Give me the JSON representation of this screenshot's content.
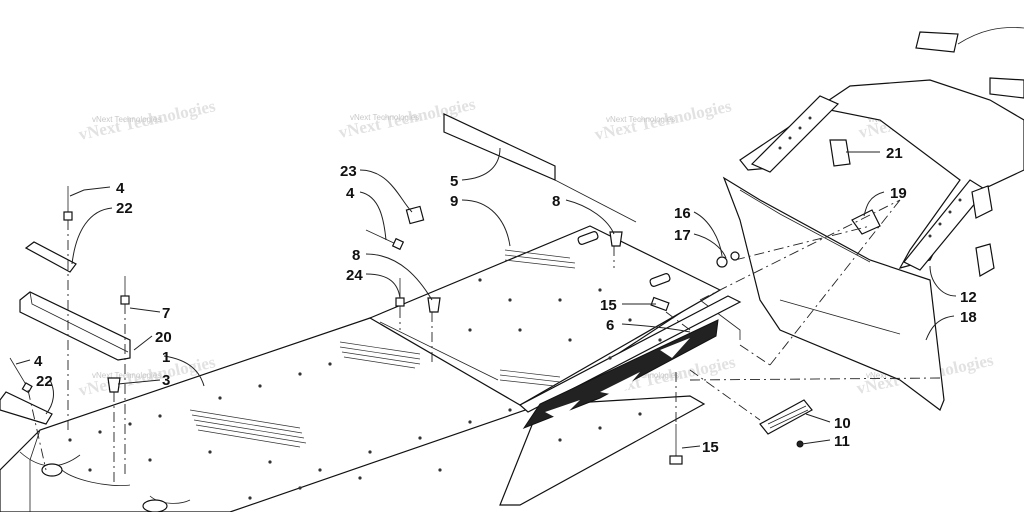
{
  "watermark": {
    "text": "vNext Technologies"
  },
  "callouts": [
    {
      "id": "c4a",
      "label": "4"
    },
    {
      "id": "c22a",
      "label": "22"
    },
    {
      "id": "c7",
      "label": "7"
    },
    {
      "id": "c20",
      "label": "20"
    },
    {
      "id": "c1",
      "label": "1"
    },
    {
      "id": "c3",
      "label": "3"
    },
    {
      "id": "c4b",
      "label": "4"
    },
    {
      "id": "c22b",
      "label": "22"
    },
    {
      "id": "c23",
      "label": "23"
    },
    {
      "id": "c4c",
      "label": "4"
    },
    {
      "id": "c8a",
      "label": "8"
    },
    {
      "id": "c24",
      "label": "24"
    },
    {
      "id": "c5",
      "label": "5"
    },
    {
      "id": "c9",
      "label": "9"
    },
    {
      "id": "c8b",
      "label": "8"
    },
    {
      "id": "c15a",
      "label": "15"
    },
    {
      "id": "c6",
      "label": "6"
    },
    {
      "id": "c16",
      "label": "16"
    },
    {
      "id": "c17",
      "label": "17"
    },
    {
      "id": "c21",
      "label": "21"
    },
    {
      "id": "c19",
      "label": "19"
    },
    {
      "id": "c12",
      "label": "12"
    },
    {
      "id": "c18",
      "label": "18"
    },
    {
      "id": "c10",
      "label": "10"
    },
    {
      "id": "c11",
      "label": "11"
    },
    {
      "id": "c15b",
      "label": "15"
    }
  ]
}
